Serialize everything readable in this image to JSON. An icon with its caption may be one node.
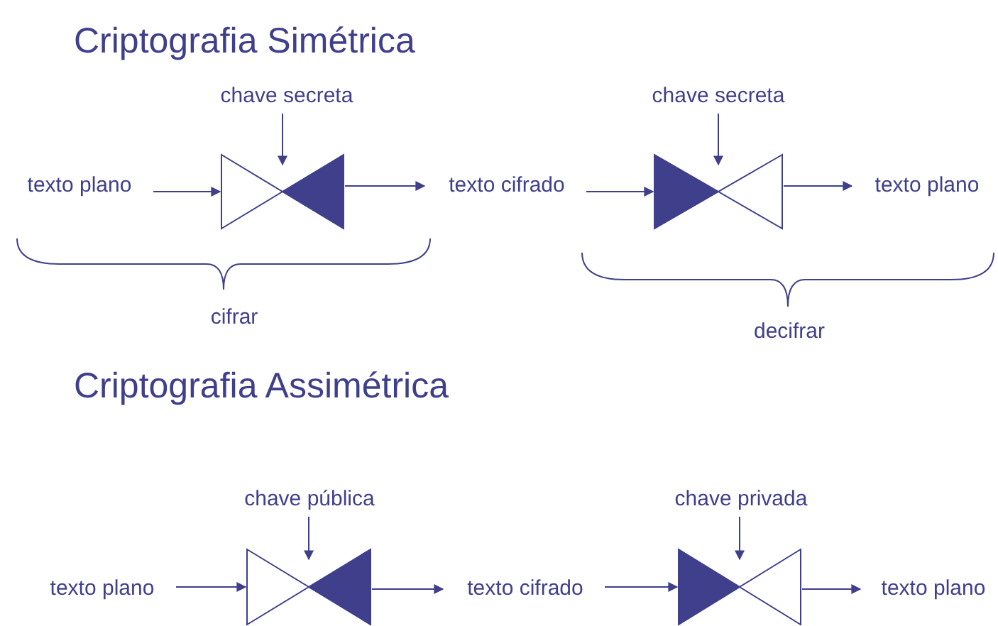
{
  "diagram": {
    "title": "Criptografia Simétrica",
    "nodes": [
      {
        "text": [
          "texto plano"
        ]
      },
      {
        "text": [
          "chave secreta"
        ]
      },
      {
        "text": [],
        "shape": "bowtie"
      },
      {
        "text": [
          "texto cifrado"
        ]
      },
      {
        "text": [
          "chave secreta"
        ]
      },
      {
        "text": [],
        "shape": "bowtie"
      },
      {
        "text": [
          "texto plano"
        ]
      },
      {
        "text": [
          "texto plano"
        ]
      },
      {
        "text": [
          "chave pública"
        ]
      },
      {
        "text": [],
        "shape": "bowtie"
      },
      {
        "text": [
          "texto cifrado"
        ]
      },
      {
        "text": [
          "chave privada"
        ]
      },
      {
        "text": [],
        "shape": "bowtie"
      },
      {
        "text": [
          "texto plano"
        ]
      }
    ],
    "edges": [
      {
        "from": 0,
        "to": 2,
        "arrow": "to"
      },
      {
        "from": 1,
        "to": 2,
        "arrow": "to"
      },
      {
        "from": 2,
        "to": 3,
        "arrow": "to"
      },
      {
        "from": 3,
        "to": 5,
        "arrow": "to"
      },
      {
        "from": 4,
        "to": 5,
        "arrow": "to"
      },
      {
        "from": 5,
        "to": 6,
        "arrow": "to"
      },
      {
        "from": 7,
        "to": 9,
        "arrow": "to"
      },
      {
        "from": 8,
        "to": 9,
        "arrow": "to"
      },
      {
        "from": 9,
        "to": 10,
        "arrow": "to"
      },
      {
        "from": 10,
        "to": 12,
        "arrow": "to"
      },
      {
        "from": 11,
        "to": 12,
        "arrow": "to"
      },
      {
        "from": 12,
        "to": 13,
        "arrow": "to"
      }
    ],
    "labels": [
      "cifrar",
      "decifrar",
      "Criptografia Assimétrica"
    ]
  }
}
